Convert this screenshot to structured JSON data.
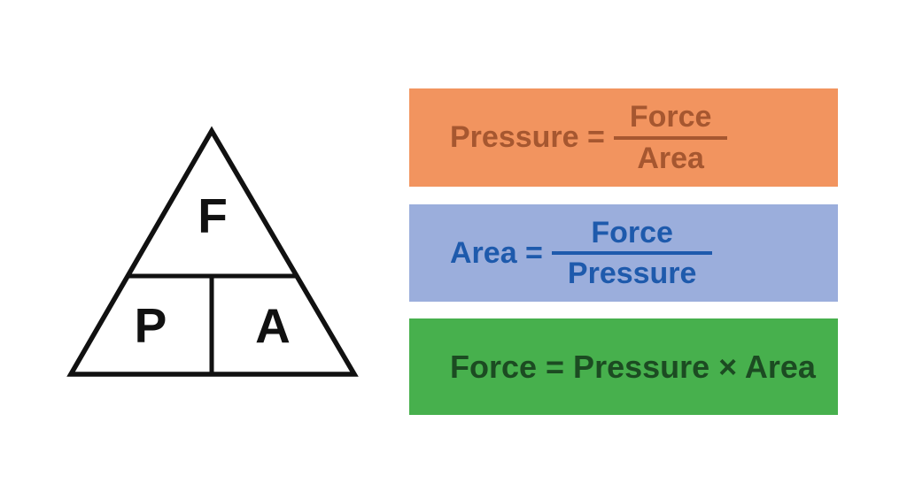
{
  "triangle": {
    "stroke_color": "#111111",
    "labels": {
      "top": "F",
      "bottom_left": "P",
      "bottom_right": "A"
    }
  },
  "formulas": {
    "pressure": {
      "lhs": "Pressure =",
      "numerator": "Force",
      "denominator": "Area",
      "bg_color": "#F2945F",
      "text_color": "#A65730"
    },
    "area": {
      "lhs": "Area =",
      "numerator": "Force",
      "denominator": "Pressure",
      "bg_color": "#9BAEDC",
      "text_color": "#1E5AAC"
    },
    "force": {
      "equation": "Force = Pressure × Area",
      "bg_color": "#47B04D",
      "text_color": "#1C4B22"
    }
  }
}
